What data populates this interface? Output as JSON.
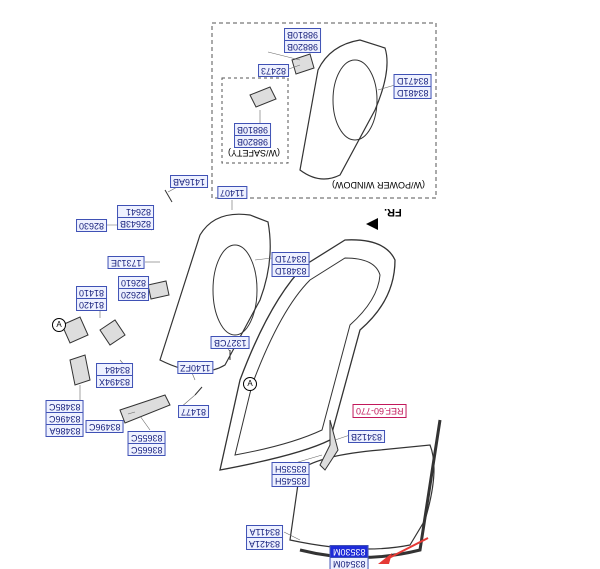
{
  "labels": {
    "window_regulator": [
      "98820B",
      "98810B"
    ],
    "l82473": "82473",
    "motor_safety": [
      "98820B",
      "98810B"
    ],
    "safety_note": "(W/SAFETY)",
    "power_window_note": "(W/POWER WINDOW)",
    "module_inset": [
      "83481D",
      "83471D"
    ],
    "l1416AB": "1416AB",
    "l11407": "11407",
    "handle_group": [
      "82643B",
      "82641"
    ],
    "l82630": "82630",
    "l1731JE": "1731JE",
    "outer_handle": [
      "82620",
      "82610"
    ],
    "lock": [
      "81420",
      "81410"
    ],
    "module_main": [
      "83481D",
      "83471D"
    ],
    "fr": "FR.",
    "l1327CB": "1327CB",
    "l1140FZ": "1140FZ",
    "rod": [
      "83494X",
      "83484"
    ],
    "latch": [
      "83486A",
      "83496C",
      "83485C"
    ],
    "l83496C": "83496C",
    "channel": [
      "83665C",
      "83655C"
    ],
    "l81477": "81477",
    "ref": "REF.60-770",
    "l83412B": "83412B",
    "rear_channel": [
      "83545H",
      "83535H"
    ],
    "weatherstrip": [
      "83421A",
      "83411A"
    ],
    "glass": [
      "83540M",
      "83530M"
    ],
    "circle_a": "A"
  },
  "colors": {
    "label_border": "#3f51b5",
    "label_text": "#1a237e",
    "highlight": "#1e2bd8",
    "ref": "#c2185b",
    "pointer": "#e53935"
  }
}
